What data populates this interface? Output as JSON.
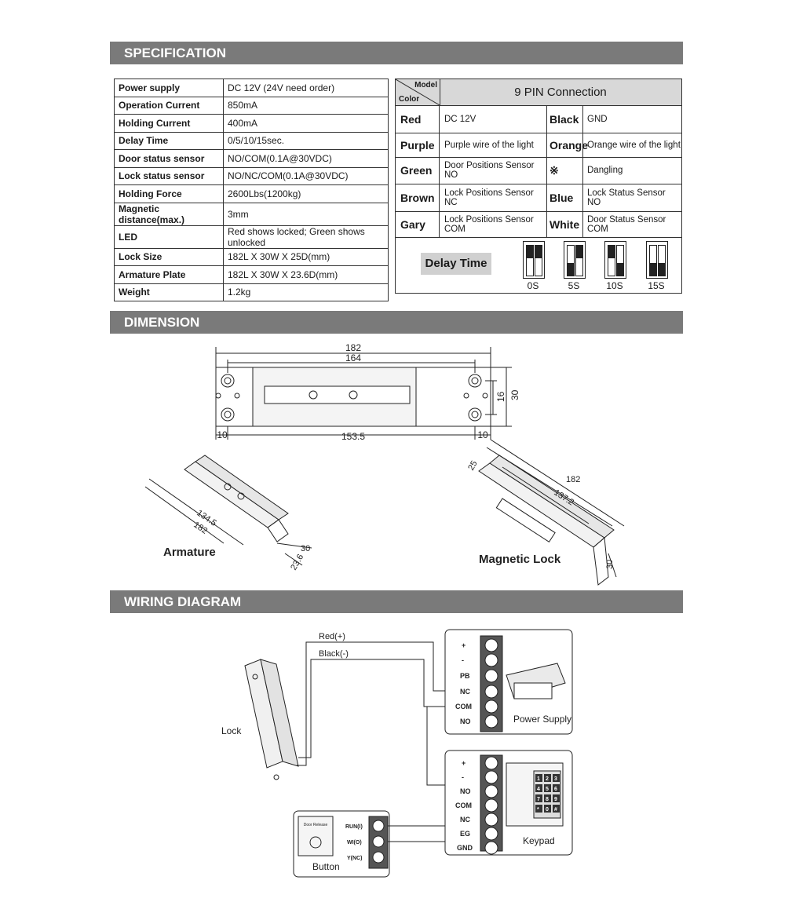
{
  "sections": {
    "specification": "SPECIFICATION",
    "dimension": "DIMENSION",
    "wiring": "WIRING DIAGRAM"
  },
  "spec_rows": [
    {
      "key": "Power supply",
      "value": "DC 12V (24V need order)"
    },
    {
      "key": "Operation Current",
      "value": "850mA"
    },
    {
      "key": "Holding Current",
      "value": "400mA"
    },
    {
      "key": "Delay Time",
      "value": "0/5/10/15sec."
    },
    {
      "key": "Door status sensor",
      "value": "NO/COM(0.1A@30VDC)"
    },
    {
      "key": "Lock status sensor",
      "value": "NO/NC/COM(0.1A@30VDC)"
    },
    {
      "key": "Holding Force",
      "value": "2600Lbs(1200kg)"
    },
    {
      "key": "Magnetic distance(max.)",
      "value": "3mm"
    },
    {
      "key": "LED",
      "value": "Red shows locked; Green shows unlocked"
    },
    {
      "key": "Lock Size",
      "value": "182L X 30W X 25D(mm)"
    },
    {
      "key": "Armature Plate",
      "value": "182L X 30W X 23.6D(mm)"
    },
    {
      "key": "Weight",
      "value": "1.2kg"
    }
  ],
  "pin_table": {
    "header_model": "Model",
    "header_color": "Color",
    "title": "9 PIN Connection",
    "rows": [
      {
        "c1": "Red",
        "d1": "DC 12V",
        "c2": "Black",
        "d2": "GND"
      },
      {
        "c1": "Purple",
        "d1": "Purple wire of the light",
        "c2": "Orange",
        "d2": "Orange wire of the light"
      },
      {
        "c1": "Green",
        "d1": "Door Positions Sensor NO",
        "c2": "※",
        "d2": "Dangling"
      },
      {
        "c1": "Brown",
        "d1": "Lock Positions Sensor NC",
        "c2": "Blue",
        "d2": "Lock Status Sensor NO"
      },
      {
        "c1": "Gary",
        "d1": "Lock Positions Sensor COM",
        "c2": "White",
        "d2": "Door Status Sensor COM"
      }
    ],
    "delay_label": "Delay Time",
    "delay_settings": [
      "0S",
      "5S",
      "10S",
      "15S"
    ]
  },
  "dimension": {
    "top_overall": "182",
    "top_inner": "164",
    "height_total": "30",
    "height_inner": "16",
    "bottom_left": "10",
    "bottom_mid": "153.5",
    "bottom_right": "10",
    "armature_label": "Armature",
    "armature_dims": [
      "134.5",
      "182",
      "30",
      "23.6"
    ],
    "maglock_label": "Magnetic Lock",
    "maglock_dims": [
      "25",
      "182",
      "137.2",
      "30"
    ]
  },
  "wiring": {
    "red_wire": "Red(+)",
    "black_wire": "Black(-)",
    "lock_label": "Lock",
    "power_supply_label": "Power Supply",
    "keypad_label": "Keypad",
    "button_label": "Button",
    "ps_terminals": [
      "+",
      "-",
      "PB",
      "NC",
      "COM",
      "NO"
    ],
    "keypad_terminals": [
      "+",
      "-",
      "NO",
      "COM",
      "NC",
      "EG",
      "GND"
    ],
    "button_terminals": [
      "RUN(I)",
      "WI(O)",
      "Y(NC)"
    ],
    "button_panel_text": "Door Release",
    "keypad_keys": [
      "1",
      "2",
      "3",
      "4",
      "5",
      "6",
      "7",
      "8",
      "9",
      "*",
      "0",
      "#"
    ]
  }
}
